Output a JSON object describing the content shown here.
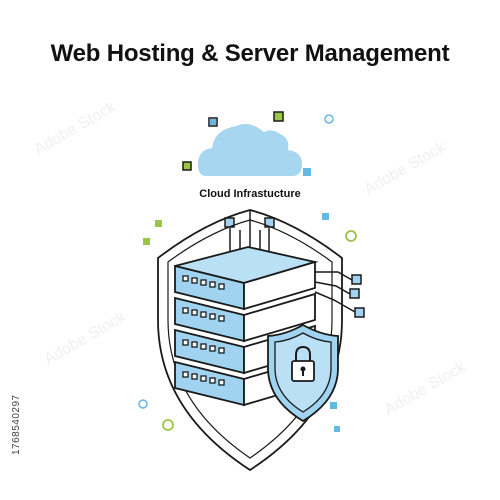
{
  "title": "Web Hosting & Server Management",
  "cloud_label": "Cloud Infrastucture",
  "side_id": "1768540297",
  "colors": {
    "outline": "#1a1a1a",
    "blue_fill": "#9fd3ef",
    "blue_dark": "#6bb8e0",
    "green_accent": "#9ac642",
    "light_blue_accent": "#63b9e6"
  },
  "icons": [
    "cloud-icon",
    "server-stack-icon",
    "shield-lock-icon",
    "padlock-icon"
  ],
  "watermark": "Adobe Stock"
}
